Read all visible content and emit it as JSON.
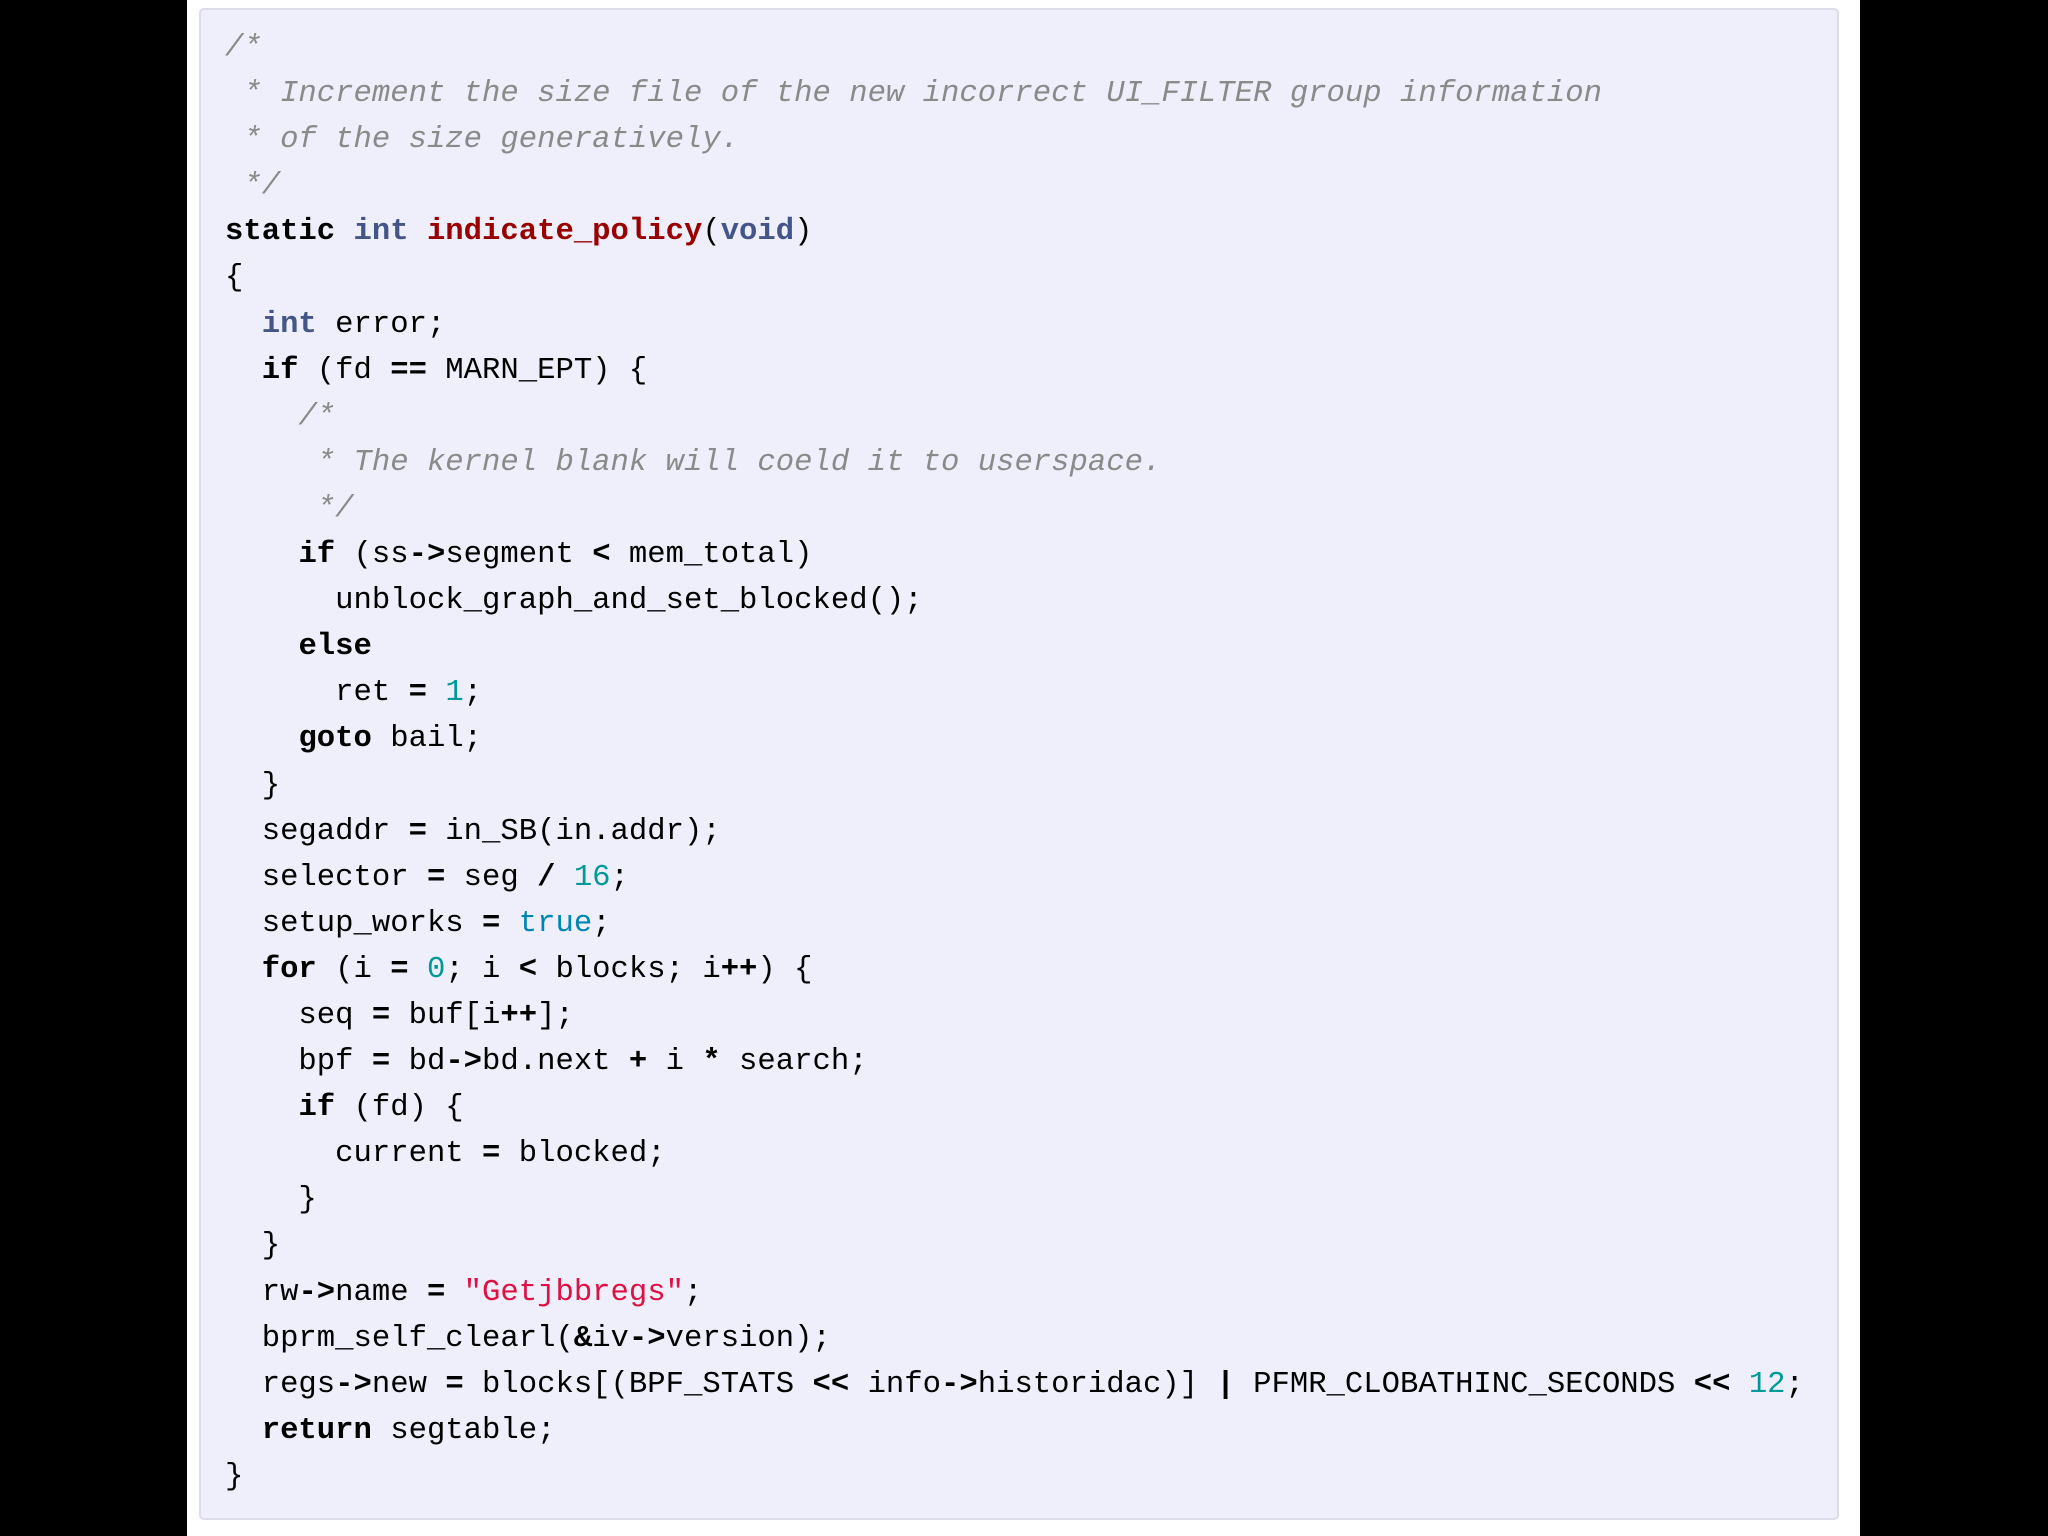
{
  "colors": {
    "background": "#000000",
    "panel": "#efeffb",
    "comment": "#8a8a8a",
    "keyword": "#000000",
    "type": "#445588",
    "function": "#990000",
    "number": "#009999",
    "string": "#dd1144",
    "bool": "#0086b3"
  },
  "code": {
    "language": "c",
    "lines": [
      [
        [
          "comment",
          "/*"
        ]
      ],
      [
        [
          "comment",
          " * Increment the size file of the new incorrect UI_FILTER group information"
        ]
      ],
      [
        [
          "comment",
          " * of the size generatively."
        ]
      ],
      [
        [
          "comment",
          " */"
        ]
      ],
      [
        [
          "keyword",
          "static"
        ],
        [
          "plain",
          " "
        ],
        [
          "type",
          "int"
        ],
        [
          "plain",
          " "
        ],
        [
          "func",
          "indicate_policy"
        ],
        [
          "plain",
          "("
        ],
        [
          "type",
          "void"
        ],
        [
          "plain",
          ")"
        ]
      ],
      [
        [
          "plain",
          "{"
        ]
      ],
      [
        [
          "plain",
          "  "
        ],
        [
          "type",
          "int"
        ],
        [
          "plain",
          " error;"
        ]
      ],
      [
        [
          "plain",
          "  "
        ],
        [
          "keyword",
          "if"
        ],
        [
          "plain",
          " (fd "
        ],
        [
          "op",
          "=="
        ],
        [
          "plain",
          " MARN_EPT) {"
        ]
      ],
      [
        [
          "plain",
          "    "
        ],
        [
          "comment",
          "/*"
        ]
      ],
      [
        [
          "comment",
          "     * The kernel blank will coeld it to userspace."
        ]
      ],
      [
        [
          "comment",
          "     */"
        ]
      ],
      [
        [
          "plain",
          "    "
        ],
        [
          "keyword",
          "if"
        ],
        [
          "plain",
          " (ss"
        ],
        [
          "op",
          "->"
        ],
        [
          "plain",
          "segment "
        ],
        [
          "op",
          "<"
        ],
        [
          "plain",
          " mem_total)"
        ]
      ],
      [
        [
          "plain",
          "      unblock_graph_and_set_blocked();"
        ]
      ],
      [
        [
          "plain",
          "    "
        ],
        [
          "keyword",
          "else"
        ]
      ],
      [
        [
          "plain",
          "      ret "
        ],
        [
          "op",
          "="
        ],
        [
          "plain",
          " "
        ],
        [
          "number",
          "1"
        ],
        [
          "plain",
          ";"
        ]
      ],
      [
        [
          "plain",
          "    "
        ],
        [
          "keyword",
          "goto"
        ],
        [
          "plain",
          " bail;"
        ]
      ],
      [
        [
          "plain",
          "  }"
        ]
      ],
      [
        [
          "plain",
          "  segaddr "
        ],
        [
          "op",
          "="
        ],
        [
          "plain",
          " in_SB(in.addr);"
        ]
      ],
      [
        [
          "plain",
          "  selector "
        ],
        [
          "op",
          "="
        ],
        [
          "plain",
          " seg "
        ],
        [
          "op",
          "/"
        ],
        [
          "plain",
          " "
        ],
        [
          "number",
          "16"
        ],
        [
          "plain",
          ";"
        ]
      ],
      [
        [
          "plain",
          "  setup_works "
        ],
        [
          "op",
          "="
        ],
        [
          "plain",
          " "
        ],
        [
          "bool",
          "true"
        ],
        [
          "plain",
          ";"
        ]
      ],
      [
        [
          "plain",
          "  "
        ],
        [
          "keyword",
          "for"
        ],
        [
          "plain",
          " (i "
        ],
        [
          "op",
          "="
        ],
        [
          "plain",
          " "
        ],
        [
          "number",
          "0"
        ],
        [
          "plain",
          "; i "
        ],
        [
          "op",
          "<"
        ],
        [
          "plain",
          " blocks; i"
        ],
        [
          "op",
          "++"
        ],
        [
          "plain",
          ") {"
        ]
      ],
      [
        [
          "plain",
          "    seq "
        ],
        [
          "op",
          "="
        ],
        [
          "plain",
          " buf[i"
        ],
        [
          "op",
          "++"
        ],
        [
          "plain",
          "];"
        ]
      ],
      [
        [
          "plain",
          "    bpf "
        ],
        [
          "op",
          "="
        ],
        [
          "plain",
          " bd"
        ],
        [
          "op",
          "->"
        ],
        [
          "plain",
          "bd.next "
        ],
        [
          "op",
          "+"
        ],
        [
          "plain",
          " i "
        ],
        [
          "op",
          "*"
        ],
        [
          "plain",
          " search;"
        ]
      ],
      [
        [
          "plain",
          "    "
        ],
        [
          "keyword",
          "if"
        ],
        [
          "plain",
          " (fd) {"
        ]
      ],
      [
        [
          "plain",
          "      current "
        ],
        [
          "op",
          "="
        ],
        [
          "plain",
          " blocked;"
        ]
      ],
      [
        [
          "plain",
          "    }"
        ]
      ],
      [
        [
          "plain",
          "  }"
        ]
      ],
      [
        [
          "plain",
          "  rw"
        ],
        [
          "op",
          "->"
        ],
        [
          "plain",
          "name "
        ],
        [
          "op",
          "="
        ],
        [
          "plain",
          " "
        ],
        [
          "string",
          "\"Getjbbregs\""
        ],
        [
          "plain",
          ";"
        ]
      ],
      [
        [
          "plain",
          "  bprm_self_clearl("
        ],
        [
          "op",
          "&"
        ],
        [
          "plain",
          "iv"
        ],
        [
          "op",
          "->"
        ],
        [
          "plain",
          "version);"
        ]
      ],
      [
        [
          "plain",
          "  regs"
        ],
        [
          "op",
          "->"
        ],
        [
          "plain",
          "new "
        ],
        [
          "op",
          "="
        ],
        [
          "plain",
          " blocks[(BPF_STATS "
        ],
        [
          "op",
          "<<"
        ],
        [
          "plain",
          " info"
        ],
        [
          "op",
          "->"
        ],
        [
          "plain",
          "historidac)] "
        ],
        [
          "op",
          "|"
        ],
        [
          "plain",
          " PFMR_CLOBATHINC_SECONDS "
        ],
        [
          "op",
          "<<"
        ],
        [
          "plain",
          " "
        ],
        [
          "number",
          "12"
        ],
        [
          "plain",
          ";"
        ]
      ],
      [
        [
          "plain",
          "  "
        ],
        [
          "keyword",
          "return"
        ],
        [
          "plain",
          " segtable;"
        ]
      ],
      [
        [
          "plain",
          "}"
        ]
      ]
    ]
  }
}
